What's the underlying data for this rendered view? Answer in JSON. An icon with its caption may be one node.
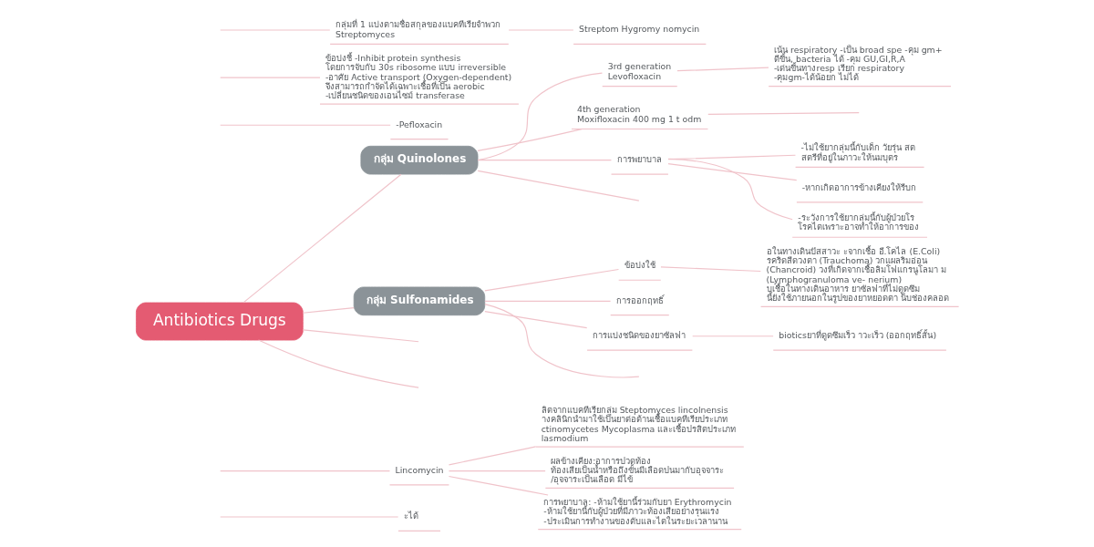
{
  "diagram": {
    "nodes": [
      {
        "text": [
          "ะได้"
        ]
      },
      {
        "text": [
          "ลิตจากแบคทีเรียกลุ่ม Steptomyces lincolnensis างคลินิกนำมาใช้เป็นยาต่อต้านเชื้อแบคทีเรียประเภท ctinomycetes Mycoplasma และเชื้อปรสิตประเภท lasmodium"
        ]
      },
      {
        "text": [
          "ผลข้างเคียง:อาการปวดท้อง ท้องเสียเป็นน้ำหรือถึงขั้นมีเลือดปนมากับอุจจาระ /อุจจาระเป็นเลือด มีไข้"
        ]
      },
      {
        "text": [
          "การพยาบาล: -ห้ามใช้ยานี้ร่วมกับยา Erythromycin -ห้ามใช้ยานี้กับผู้ป่วยที่มีภาวะท้องเสียอย่างรุนแรง -ประเมินการทำงานของตับและไตในระยะเวลานาน"
        ]
      },
      {
        "text": [
          "Lincomycin"
        ]
      },
      {
        "text": [
          "Antibiotics Drugs"
        ]
      },
      {
        "text": [
          "กลุ่ม Quinolones"
        ]
      },
      {
        "text": [
          "-Pefloxacin"
        ]
      },
      {
        "text": [
          "3rd generation",
          "Levofloxacin"
        ]
      },
      {
        "text": [
          "เน้น respiratory -เป็น broad spe -คุม gm+ ดีขึ้น, bacteria ได้ -คุม GU,GI,R,A -เด่นขึ้นทางresp เรียก respiratory -คุมgm-ได้น้อยก ไม่ได้"
        ]
      },
      {
        "text": [
          "4th generation",
          "Moxifloxacin 400 mg 1 t odm"
        ]
      },
      {
        "text": [
          "การพยาบาล"
        ]
      },
      {
        "text": [
          "-ไม่ใช้ยากลุ่มนี้กับเด็ก วัยรุ่น สต สตรีที่อยู่ในภาวะให้นมบุตร"
        ]
      },
      {
        "text": [
          "-หากเกิดอาการข้างเคียงให้รีบก"
        ]
      },
      {
        "text": [
          "-ระวังการใช้ยากลุ่มนี้กับผู้ป่วยโร โรคไตเพราะอาจทำให้อาการของ"
        ]
      },
      {
        "text": [
          "อในทางเดินปัสสาวะ ะจากเชื้อ อี.โคไล (E.Coli) รคริดสีดวงตา (Trauchoma) วกแผลริมอ่อน (Chancroid) วงที่เกิดจากเชื้อลิมโฟแกรนูโลมา ม (Lymphogranuloma ve- nerium) บเชื้อในทางเดินอาหาร ยาซัลฟาที่ไม่ดูดซึม นี้ยังใช้ภายนอกในรูปของยาหยอดตา น็บช่องคลอด"
        ]
      },
      {
        "text": [
          "ข้อบ่งใช้"
        ]
      },
      {
        "text": [
          "การออกฤทธิ์"
        ]
      },
      {
        "text": [
          "bioticsยาที่ดูดซึมเร็ว าวะเร็ว (ออกฤทธิ์สั้น)"
        ]
      },
      {
        "text": [
          "การแบ่งชนิดของยาซัลฟา"
        ]
      },
      {
        "text": [
          "กลุ่ม Sulfonamides"
        ]
      },
      {
        "text": [
          "ข้อบ่งชี้ -Inhibit protein synthesis โดยการจับกับ 30s ribosome แบบ irreversible -อาศัย Active transport (Oxygen-dependent) จึงสามารถกำจัดได้เฉพาะเชื้อที่เป็น aerobic -เปลี่ยนชนิดของเอนไซม์ transferase"
        ]
      },
      {
        "text": [
          "กลุ่มที่ 1 แบ่งตามชื่อสกุลของแบคทีเรียจำพวก Streptomyces"
        ]
      },
      {
        "text": [
          "Streptom Hygromy nomycin"
        ]
      }
    ],
    "edges": [
      {
        "from": 5,
        "to": 6,
        "arrow": "none"
      },
      {
        "from": 5,
        "to": 20,
        "arrow": "none"
      },
      {
        "from": 5,
        "to": null,
        "arrow": "none"
      },
      {
        "from": 5,
        "to": null,
        "arrow": "none"
      },
      {
        "from": null,
        "to": 0,
        "arrow": "none"
      },
      {
        "from": null,
        "to": 4,
        "arrow": "none"
      },
      {
        "from": 4,
        "to": 1,
        "arrow": "none"
      },
      {
        "from": 4,
        "to": 2,
        "arrow": "none"
      },
      {
        "from": 4,
        "to": 3,
        "arrow": "none"
      },
      {
        "from": 6,
        "to": null,
        "arrow": "none"
      },
      {
        "from": null,
        "to": 7,
        "arrow": "none"
      },
      {
        "from": 6,
        "to": 8,
        "arrow": "none"
      },
      {
        "from": 8,
        "to": 9,
        "arrow": "none"
      },
      {
        "from": 6,
        "to": 10,
        "arrow": "none"
      },
      {
        "from": 10,
        "to": null,
        "arrow": "none"
      },
      {
        "from": 6,
        "to": 11,
        "arrow": "none"
      },
      {
        "from": 11,
        "to": 12,
        "arrow": "none"
      },
      {
        "from": 11,
        "to": 13,
        "arrow": "none"
      },
      {
        "from": 11,
        "to": 14,
        "arrow": "none"
      },
      {
        "from": 20,
        "to": 16,
        "arrow": "none"
      },
      {
        "from": 16,
        "to": 15,
        "arrow": "none"
      },
      {
        "from": 20,
        "to": 17,
        "arrow": "none"
      },
      {
        "from": 20,
        "to": 19,
        "arrow": "none"
      },
      {
        "from": 19,
        "to": 18,
        "arrow": "none"
      },
      {
        "from": 20,
        "to": null,
        "arrow": "none"
      },
      {
        "from": null,
        "to": 21,
        "arrow": "none"
      },
      {
        "from": null,
        "to": 22,
        "arrow": "none"
      },
      {
        "from": 22,
        "to": 23,
        "arrow": "none"
      }
    ]
  }
}
